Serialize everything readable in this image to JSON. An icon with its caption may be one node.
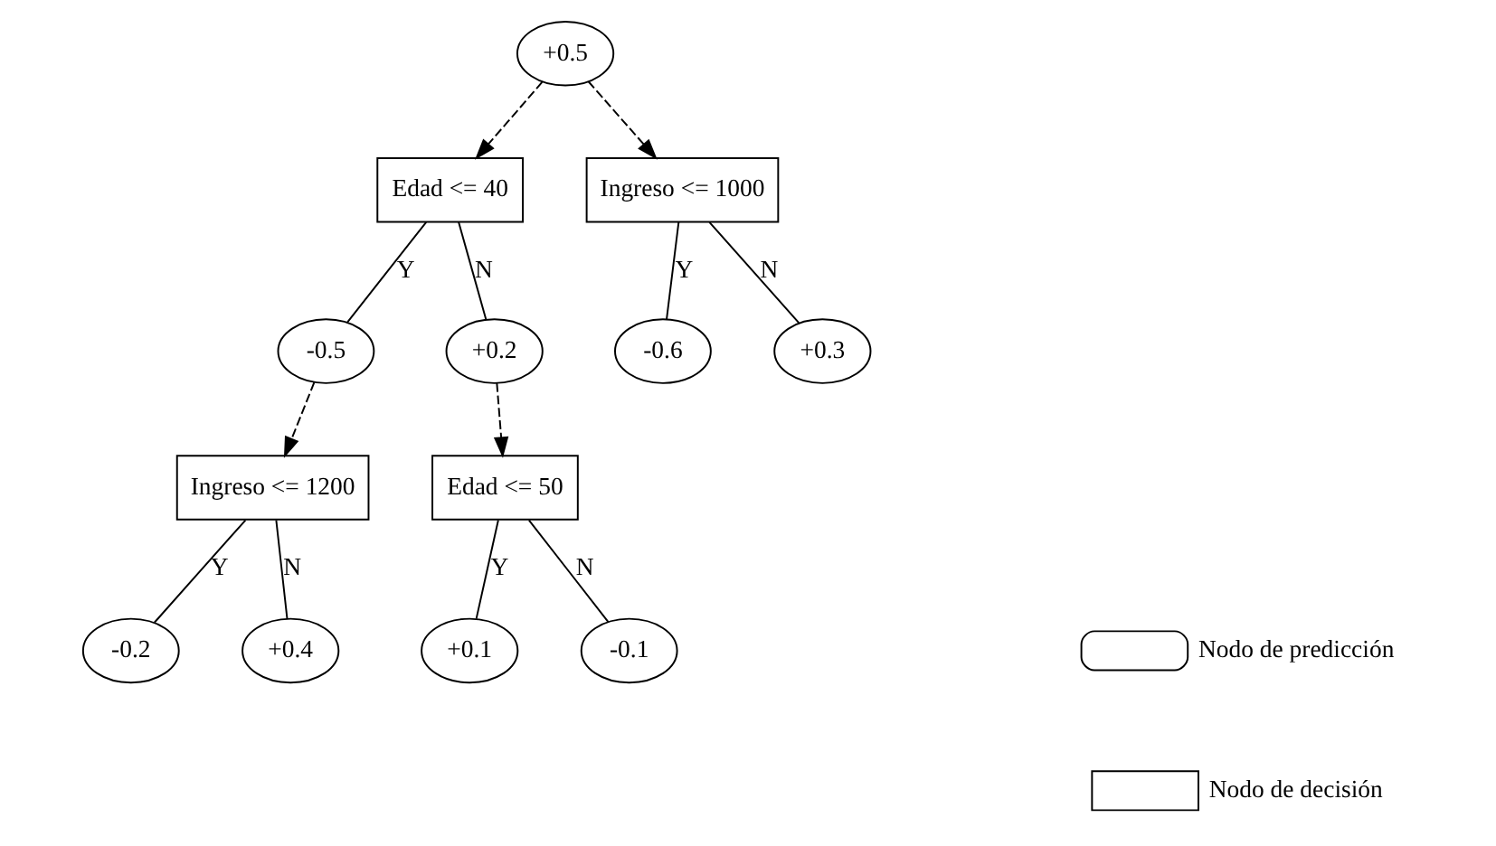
{
  "diagram": {
    "nodes": [
      {
        "text": [
          "+0.5"
        ]
      },
      {
        "text": [
          "Edad <= 40"
        ]
      },
      {
        "text": [
          "Ingreso <= 1000"
        ]
      },
      {
        "text": [
          "-0.5"
        ]
      },
      {
        "text": [
          "+0.2"
        ]
      },
      {
        "text": [
          "-0.6"
        ]
      },
      {
        "text": [
          "+0.3"
        ]
      },
      {
        "text": [
          "Ingreso <= 1200"
        ]
      },
      {
        "text": [
          "Edad <= 50"
        ]
      },
      {
        "text": [
          "-0.2"
        ]
      },
      {
        "text": [
          "+0.4"
        ]
      },
      {
        "text": [
          "+0.1"
        ]
      },
      {
        "text": [
          "-0.1"
        ]
      }
    ],
    "edges": [
      {
        "from": 0,
        "to": 1,
        "arrow": "to",
        "style": "dashed"
      },
      {
        "from": 0,
        "to": 2,
        "arrow": "to",
        "style": "dashed"
      },
      {
        "from": 1,
        "to": 3,
        "arrow": "none",
        "label": "Y"
      },
      {
        "from": 1,
        "to": 4,
        "arrow": "none",
        "label": "N"
      },
      {
        "from": 2,
        "to": 5,
        "arrow": "none",
        "label": "Y"
      },
      {
        "from": 2,
        "to": 6,
        "arrow": "none",
        "label": "N"
      },
      {
        "from": 3,
        "to": 7,
        "arrow": "to",
        "style": "dashed"
      },
      {
        "from": 4,
        "to": 8,
        "arrow": "to",
        "style": "dashed"
      },
      {
        "from": 7,
        "to": 9,
        "arrow": "none",
        "label": "Y"
      },
      {
        "from": 7,
        "to": 10,
        "arrow": "none",
        "label": "N"
      },
      {
        "from": 8,
        "to": 11,
        "arrow": "none",
        "label": "Y"
      },
      {
        "from": 8,
        "to": 12,
        "arrow": "none",
        "label": "N"
      }
    ],
    "legend": [
      {
        "text": "Nodo de predicción"
      },
      {
        "text": "Nodo de decisión"
      }
    ]
  }
}
